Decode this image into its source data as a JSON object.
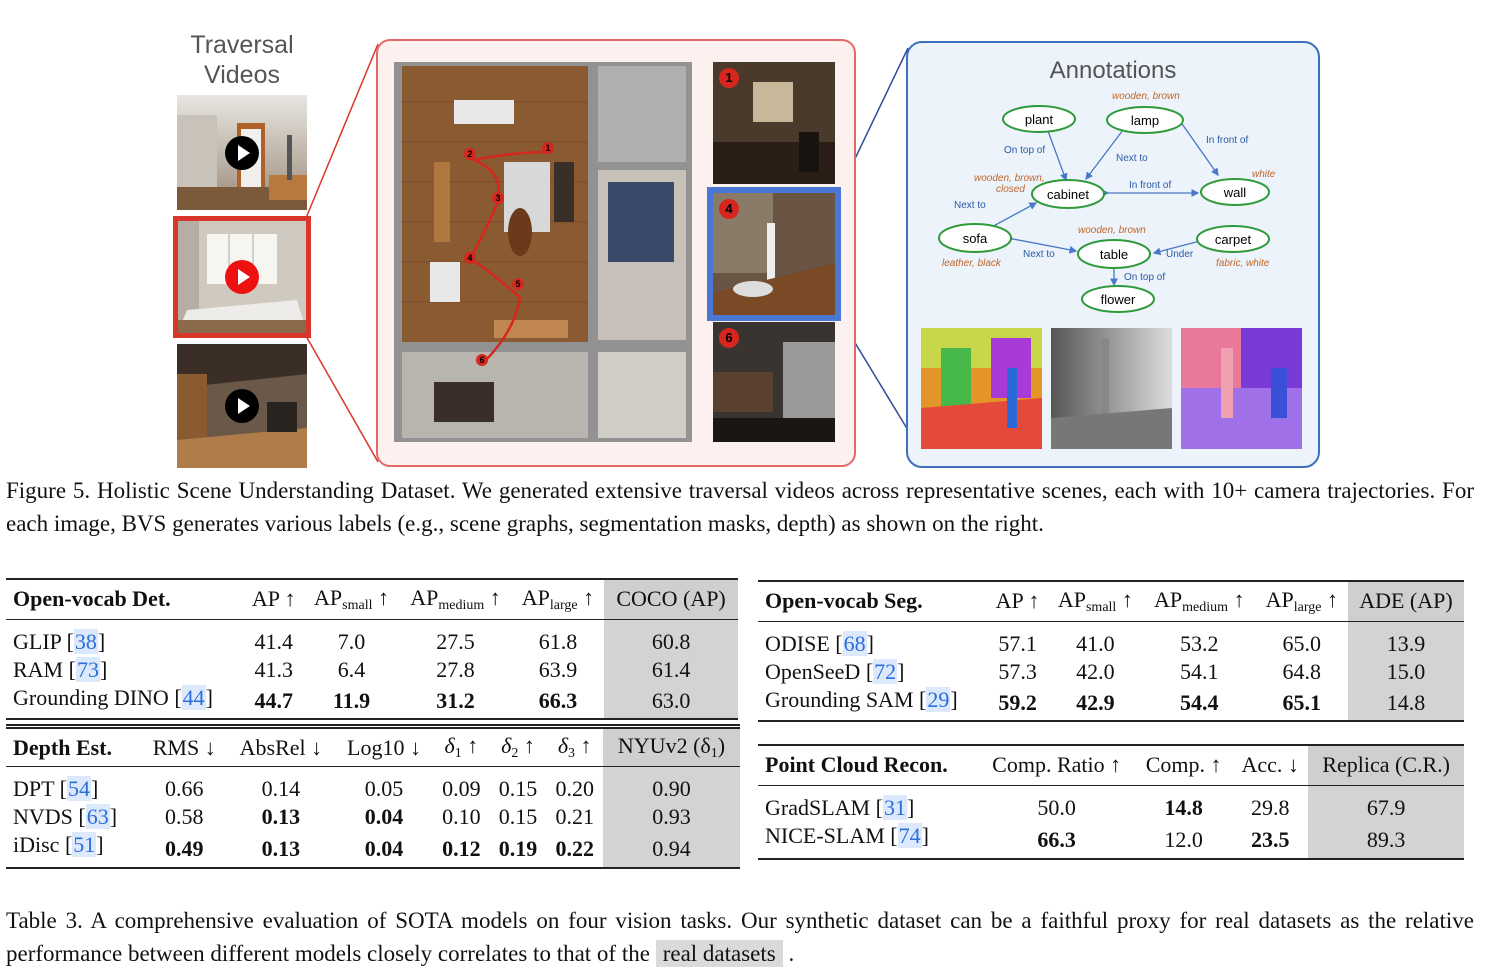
{
  "figure": {
    "traversal_title": "Traversal\nVideos",
    "annotations_title": "Annotations",
    "trajectory_markers": [
      "1",
      "2",
      "3",
      "4",
      "5",
      "6"
    ],
    "side_views": [
      "1",
      "4",
      "6"
    ],
    "graph": {
      "nodes": [
        {
          "id": "plant",
          "label": "plant",
          "attr": ""
        },
        {
          "id": "lamp",
          "label": "lamp",
          "attr": "wooden, brown"
        },
        {
          "id": "cabinet",
          "label": "cabinet",
          "attr": "wooden, brown,\nclosed"
        },
        {
          "id": "wall",
          "label": "wall",
          "attr": "white"
        },
        {
          "id": "sofa",
          "label": "sofa",
          "attr": "leather, black"
        },
        {
          "id": "table",
          "label": "table",
          "attr": "wooden, brown"
        },
        {
          "id": "carpet",
          "label": "carpet",
          "attr": "fabric, white"
        },
        {
          "id": "flower",
          "label": "flower",
          "attr": ""
        }
      ],
      "edges": [
        {
          "label": "On top of"
        },
        {
          "label": "Next to"
        },
        {
          "label": "In front of"
        },
        {
          "label": "In front of"
        },
        {
          "label": "Next to"
        },
        {
          "label": "Next to"
        },
        {
          "label": "Under"
        },
        {
          "label": "On top of"
        }
      ]
    }
  },
  "fig_caption": "Figure 5.  Holistic Scene Understanding Dataset.  We generated extensive traversal videos across representative scenes, each with 10+ camera trajectories. For each image, BVS generates various labels (e.g., scene graphs, segmentation masks, depth) as shown on the right.",
  "tables": {
    "det": {
      "title": "Open-vocab Det.",
      "h1": "AP ↑",
      "h2a": "AP",
      "h2b": "small",
      "h2c": " ↑",
      "h3a": "AP",
      "h3b": "medium",
      "h3c": " ↑",
      "h4a": "AP",
      "h4b": "large",
      "h4c": " ↑",
      "h5": "COCO (AP)",
      "rows": [
        {
          "name": "GLIP ",
          "ref": "38",
          "post": "",
          "v": [
            "41.4",
            "7.0",
            "27.5",
            "61.8",
            "60.8"
          ]
        },
        {
          "name": "RAM ",
          "ref": "73",
          "post": "",
          "v": [
            "41.3",
            "6.4",
            "27.8",
            "63.9",
            "61.4"
          ]
        },
        {
          "name": "Grounding DINO ",
          "ref": "44",
          "post": "",
          "v": [
            "44.7",
            "11.9",
            "31.2",
            "66.3",
            "63.0"
          ]
        }
      ]
    },
    "seg": {
      "title": "Open-vocab Seg.",
      "h1": "AP ↑",
      "h2a": "AP",
      "h2b": "small",
      "h2c": " ↑",
      "h3a": "AP",
      "h3b": "medium",
      "h3c": " ↑",
      "h4a": "AP",
      "h4b": "large",
      "h4c": " ↑",
      "h5": "ADE (AP)",
      "rows": [
        {
          "name": "ODISE ",
          "ref": "68",
          "post": "",
          "v": [
            "57.1",
            "41.0",
            "53.2",
            "65.0",
            "13.9"
          ]
        },
        {
          "name": "OpenSeeD ",
          "ref": "72",
          "post": "",
          "v": [
            "57.3",
            "42.0",
            "54.1",
            "64.8",
            "15.0"
          ]
        },
        {
          "name": "Grounding SAM ",
          "ref": "29",
          "post": "",
          "v": [
            "59.2",
            "42.9",
            "54.4",
            "65.1",
            "14.8"
          ]
        }
      ]
    },
    "depth": {
      "title": "Depth Est.",
      "h1": "RMS ↓",
      "h2": "AbsRel ↓",
      "h3": "Log10 ↓",
      "h4": "δ",
      "h4s": "1",
      "h4c": " ↑",
      "h5": "δ",
      "h5s": "2",
      "h5c": " ↑",
      "h6": "δ",
      "h6s": "3",
      "h6c": " ↑",
      "h7": "NYUv2 (δ",
      "h7s": "1",
      "h7c": ")",
      "rows": [
        {
          "name": "DPT ",
          "ref": "54",
          "v": [
            "0.66",
            "0.14",
            "0.05",
            "0.09",
            "0.15",
            "0.20",
            "0.90"
          ]
        },
        {
          "name": "NVDS ",
          "ref": "63",
          "v": [
            "0.58",
            "0.13",
            "0.04",
            "0.10",
            "0.15",
            "0.21",
            "0.93"
          ]
        },
        {
          "name": "iDisc ",
          "ref": "51",
          "v": [
            "0.49",
            "0.13",
            "0.04",
            "0.12",
            "0.19",
            "0.22",
            "0.94"
          ]
        }
      ]
    },
    "pc": {
      "title": "Point Cloud Recon.",
      "h1": "Comp. Ratio ↑",
      "h2": "Comp. ↑",
      "h3": "Acc. ↓",
      "h4": "Replica (C.R.)",
      "rows": [
        {
          "name": "GradSLAM ",
          "ref": "31",
          "v": [
            "50.0",
            "14.8",
            "29.8",
            "67.9"
          ]
        },
        {
          "name": "NICE-SLAM ",
          "ref": "74",
          "v": [
            "66.3",
            "12.0",
            "23.5",
            "89.3"
          ]
        }
      ]
    }
  },
  "tab_caption_main": "Table 3. A comprehensive evaluation of SOTA models on four vision tasks. Our synthetic dataset can be a faithful proxy for real datasets as the relative performance between different models closely correlates to that of the ",
  "tab_caption_hl": "real datasets",
  "tab_caption_end": " ."
}
